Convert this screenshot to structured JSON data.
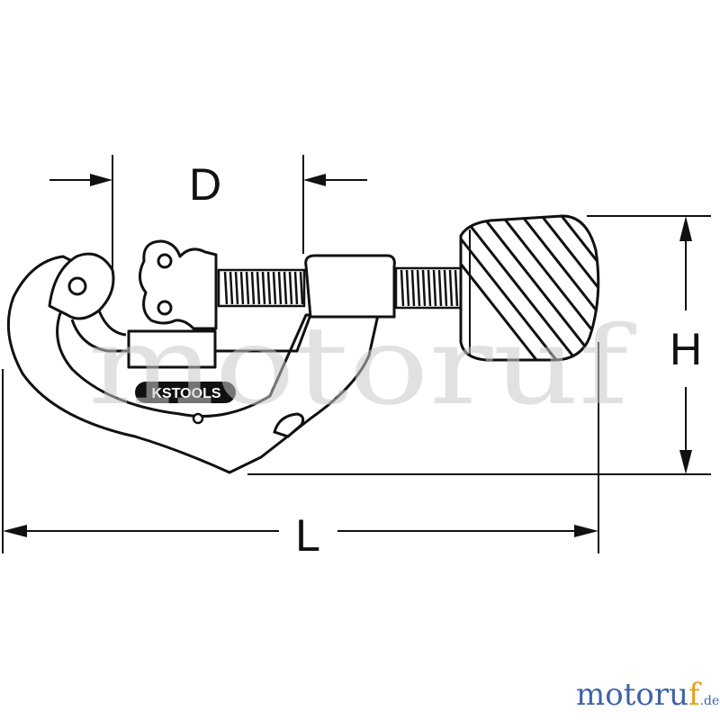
{
  "dimensions": {
    "diameter_label": "D",
    "height_label": "H",
    "length_label": "L"
  },
  "tool": {
    "brand_logo_text": "KSTOOLS"
  },
  "watermark": {
    "text": "motoruf"
  },
  "site_brand": {
    "name_main": "motoru",
    "name_accent": "f",
    "tld": ".de"
  },
  "colors": {
    "line": "#111111",
    "watermark": "#c8c8c8",
    "brand_blue": "#3d63a8",
    "brand_gold": "#e0a21a"
  }
}
